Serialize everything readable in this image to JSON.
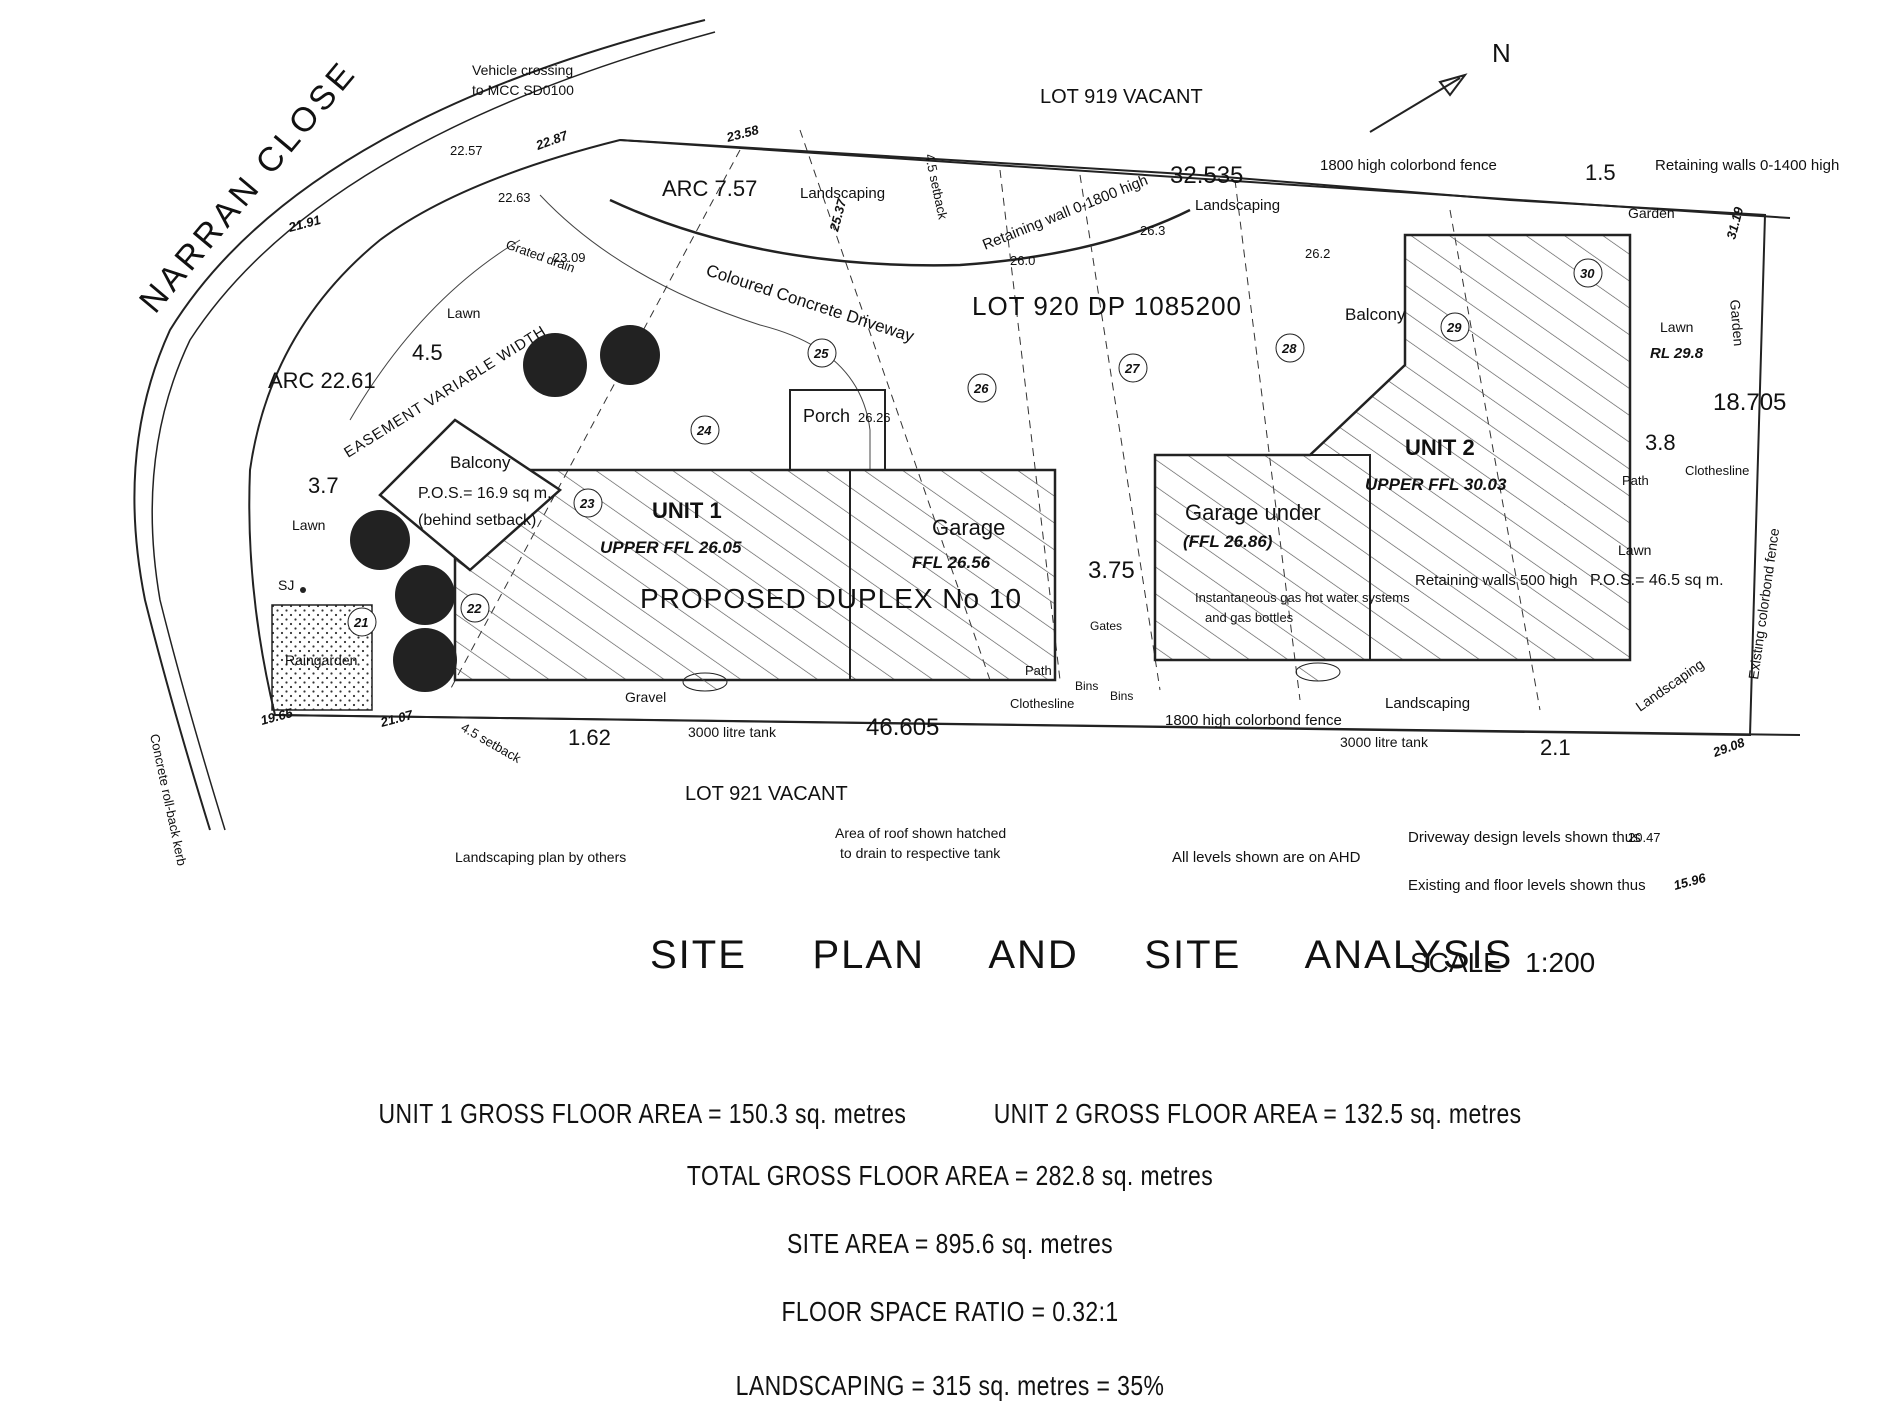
{
  "street": "NARRAN CLOSE",
  "north_label": "N",
  "lots": {
    "subject": "LOT 920  DP 1085200",
    "north_neighbour": "LOT 919 VACANT",
    "south_neighbour": "LOT 921 VACANT"
  },
  "building": {
    "name": "PROPOSED  DUPLEX No 10",
    "unit1": {
      "label": "UNIT 1",
      "ffl": "UPPER FFL 26.05"
    },
    "unit2": {
      "label": "UNIT 2",
      "ffl": "UPPER FFL 30.03"
    },
    "garage1": {
      "label": "Garage",
      "ffl": "FFL 26.56"
    },
    "garage2": {
      "label": "Garage under",
      "ffl": "(FFL 26.86)"
    },
    "porch": "Porch",
    "balcony1": "Balcony",
    "balcony2": "Balcony",
    "pos1": "P.O.S.= 16.9 sq m.",
    "pos1_note": "(behind setback)",
    "pos2": "P.O.S.= 46.5 sq m."
  },
  "site_labels": {
    "vehicle_crossing": "Vehicle crossing",
    "vehicle_crossing_2": "to MCC SD0100",
    "arc1": "ARC 7.57",
    "arc2": "ARC 22.61",
    "easement": "EASEMENT VARIABLE WIDTH",
    "driveway": "Coloured Concrete Driveway",
    "grated_drain": "Grated drain",
    "retaining_wall_1": "Retaining wall 0-1800 high",
    "retaining_walls_2": "Retaining walls 0-1400 high",
    "retaining_walls_3": "Retaining walls 500 high",
    "fence_north": "1800 high colorbond fence",
    "fence_south": "1800 high colorbond fence",
    "fence_east": "Existing colorbond fence",
    "landscaping": "Landscaping",
    "garden": "Garden",
    "lawn": "Lawn",
    "rl": "RL 29.8",
    "path": "Path",
    "clothesline": "Clothesline",
    "raingarden": "Raingarden",
    "sj": "SJ",
    "gravel": "Gravel",
    "gates": "Gates",
    "bins": "Bins",
    "tank": "3000 litre tank",
    "hot_water": "Instantaneous gas hot water systems",
    "hot_water_2": "and gas bottles",
    "setback": "4.5 setback",
    "kerb": "Concrete roll-back kerb"
  },
  "dimensions": {
    "north_boundary": "32.535",
    "south_boundary": "46.605",
    "east_boundary": "18.705",
    "between_units": "3.75",
    "d_4_5": "4.5",
    "d_3_7": "3.7",
    "d_1_62": "1.62",
    "d_1_5": "1.5",
    "d_3_8": "3.8",
    "d_2_1": "2.1"
  },
  "levels": {
    "existing": [
      "22.87",
      "23.58",
      "21.91",
      "25.37",
      "31.19",
      "19.65",
      "21.07",
      "29.08"
    ],
    "design": [
      "22.57",
      "22.63",
      "23.09",
      "26.0",
      "26.3",
      "26.2",
      "26.26"
    ],
    "markers": [
      "21",
      "22",
      "23",
      "24",
      "25",
      "26",
      "27",
      "28",
      "29",
      "30"
    ]
  },
  "notes": {
    "landscaping_plan": "Landscaping plan by others",
    "roof_area": "Area of roof shown hatched",
    "roof_area_2": "to drain to respective tank",
    "ahd": "All levels shown are on AHD",
    "driveway_levels": "Driveway design levels shown thus",
    "driveway_levels_sample": "20.47",
    "floor_levels": "Existing and floor levels shown thus",
    "floor_levels_sample": "15.96"
  },
  "title": "SITE     PLAN     AND     SITE     ANALYSIS",
  "scale": "SCALE   1:200",
  "summary": {
    "unit1_gfa": "UNIT 1 GROSS FLOOR AREA = 150.3 sq. metres",
    "unit2_gfa": "UNIT 2 GROSS FLOOR AREA = 132.5 sq. metres",
    "total_gfa": "TOTAL GROSS FLOOR AREA = 282.8 sq. metres",
    "site_area": "SITE AREA = 895.6 sq. metres",
    "fsr": "FLOOR SPACE RATIO = 0.32:1",
    "landscaping": "LANDSCAPING = 315 sq. metres = 35%"
  }
}
